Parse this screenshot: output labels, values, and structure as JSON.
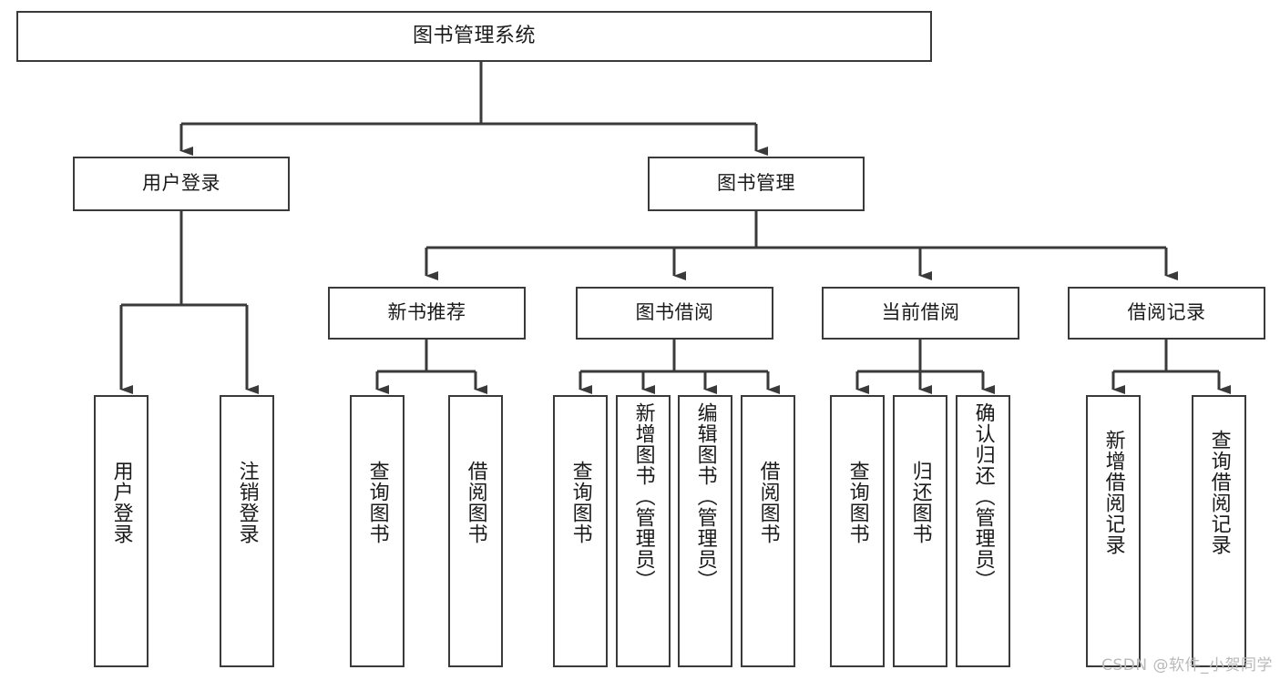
{
  "diagram": {
    "title": "图书管理系统",
    "type": "tree-hierarchy-flowchart",
    "root": {
      "label": "图书管理系统"
    },
    "level2": [
      {
        "label": "用户登录"
      },
      {
        "label": "图书管理"
      }
    ],
    "level3": [
      {
        "label": "新书推荐"
      },
      {
        "label": "图书借阅"
      },
      {
        "label": "当前借阅"
      },
      {
        "label": "借阅记录"
      }
    ],
    "leaves": {
      "user_login": [
        {
          "label": "用户登录"
        },
        {
          "label": "注销登录"
        }
      ],
      "new_book_recommend": [
        {
          "label": "查询图书"
        },
        {
          "label": "借阅图书"
        }
      ],
      "book_borrow": [
        {
          "label": "查询图书"
        },
        {
          "label": "新增图书（管理员）"
        },
        {
          "label": "编辑图书（管理员）"
        },
        {
          "label": "借阅图书"
        }
      ],
      "current_borrow": [
        {
          "label": "查询图书"
        },
        {
          "label": "归还图书"
        },
        {
          "label": "确认归还（管理员）"
        }
      ],
      "borrow_record": [
        {
          "label": "新增借阅记录"
        },
        {
          "label": "查询借阅记录"
        }
      ]
    },
    "watermark": "CSDN @软件_小贺同学",
    "colors": {
      "stroke": "#3a3a3a",
      "fill": "#ffffff",
      "text": "#1a1a1a",
      "watermark": "#b9b9b9"
    }
  }
}
